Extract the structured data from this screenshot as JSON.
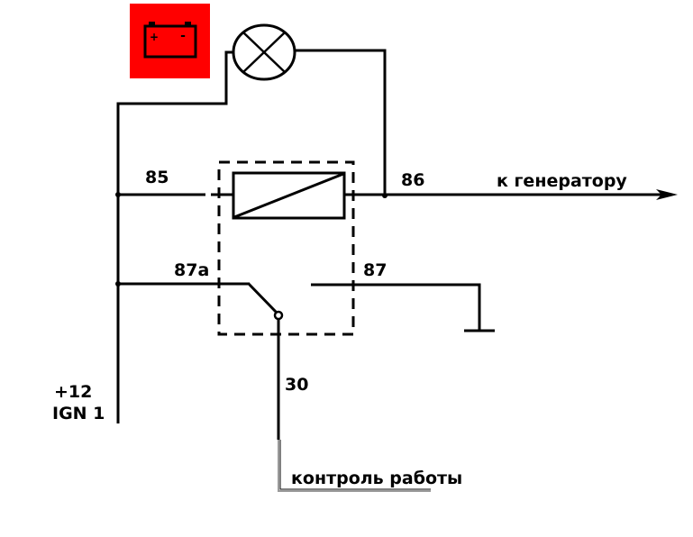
{
  "diagram": {
    "title": "Relay wiring: charge warning lamp",
    "colors": {
      "wire": "#000000",
      "battery_bg": "#ff0000",
      "control_wire": "#9a9a9a"
    },
    "battery_icon": {
      "plus": "+",
      "minus": "-"
    },
    "pins": {
      "p85": "85",
      "p86": "86",
      "p87a": "87a",
      "p87": "87",
      "p30": "30"
    },
    "labels": {
      "generator": "к генератору",
      "power_line1": "+12",
      "power_line2": "IGN 1",
      "control": "контроль работы"
    },
    "icons": {
      "battery": "battery-icon",
      "lamp": "lamp-icon",
      "relay_coil": "relay-coil-icon",
      "switch": "switch-contact-icon",
      "ground": "ground-icon",
      "arrow": "arrow-right-icon"
    }
  }
}
